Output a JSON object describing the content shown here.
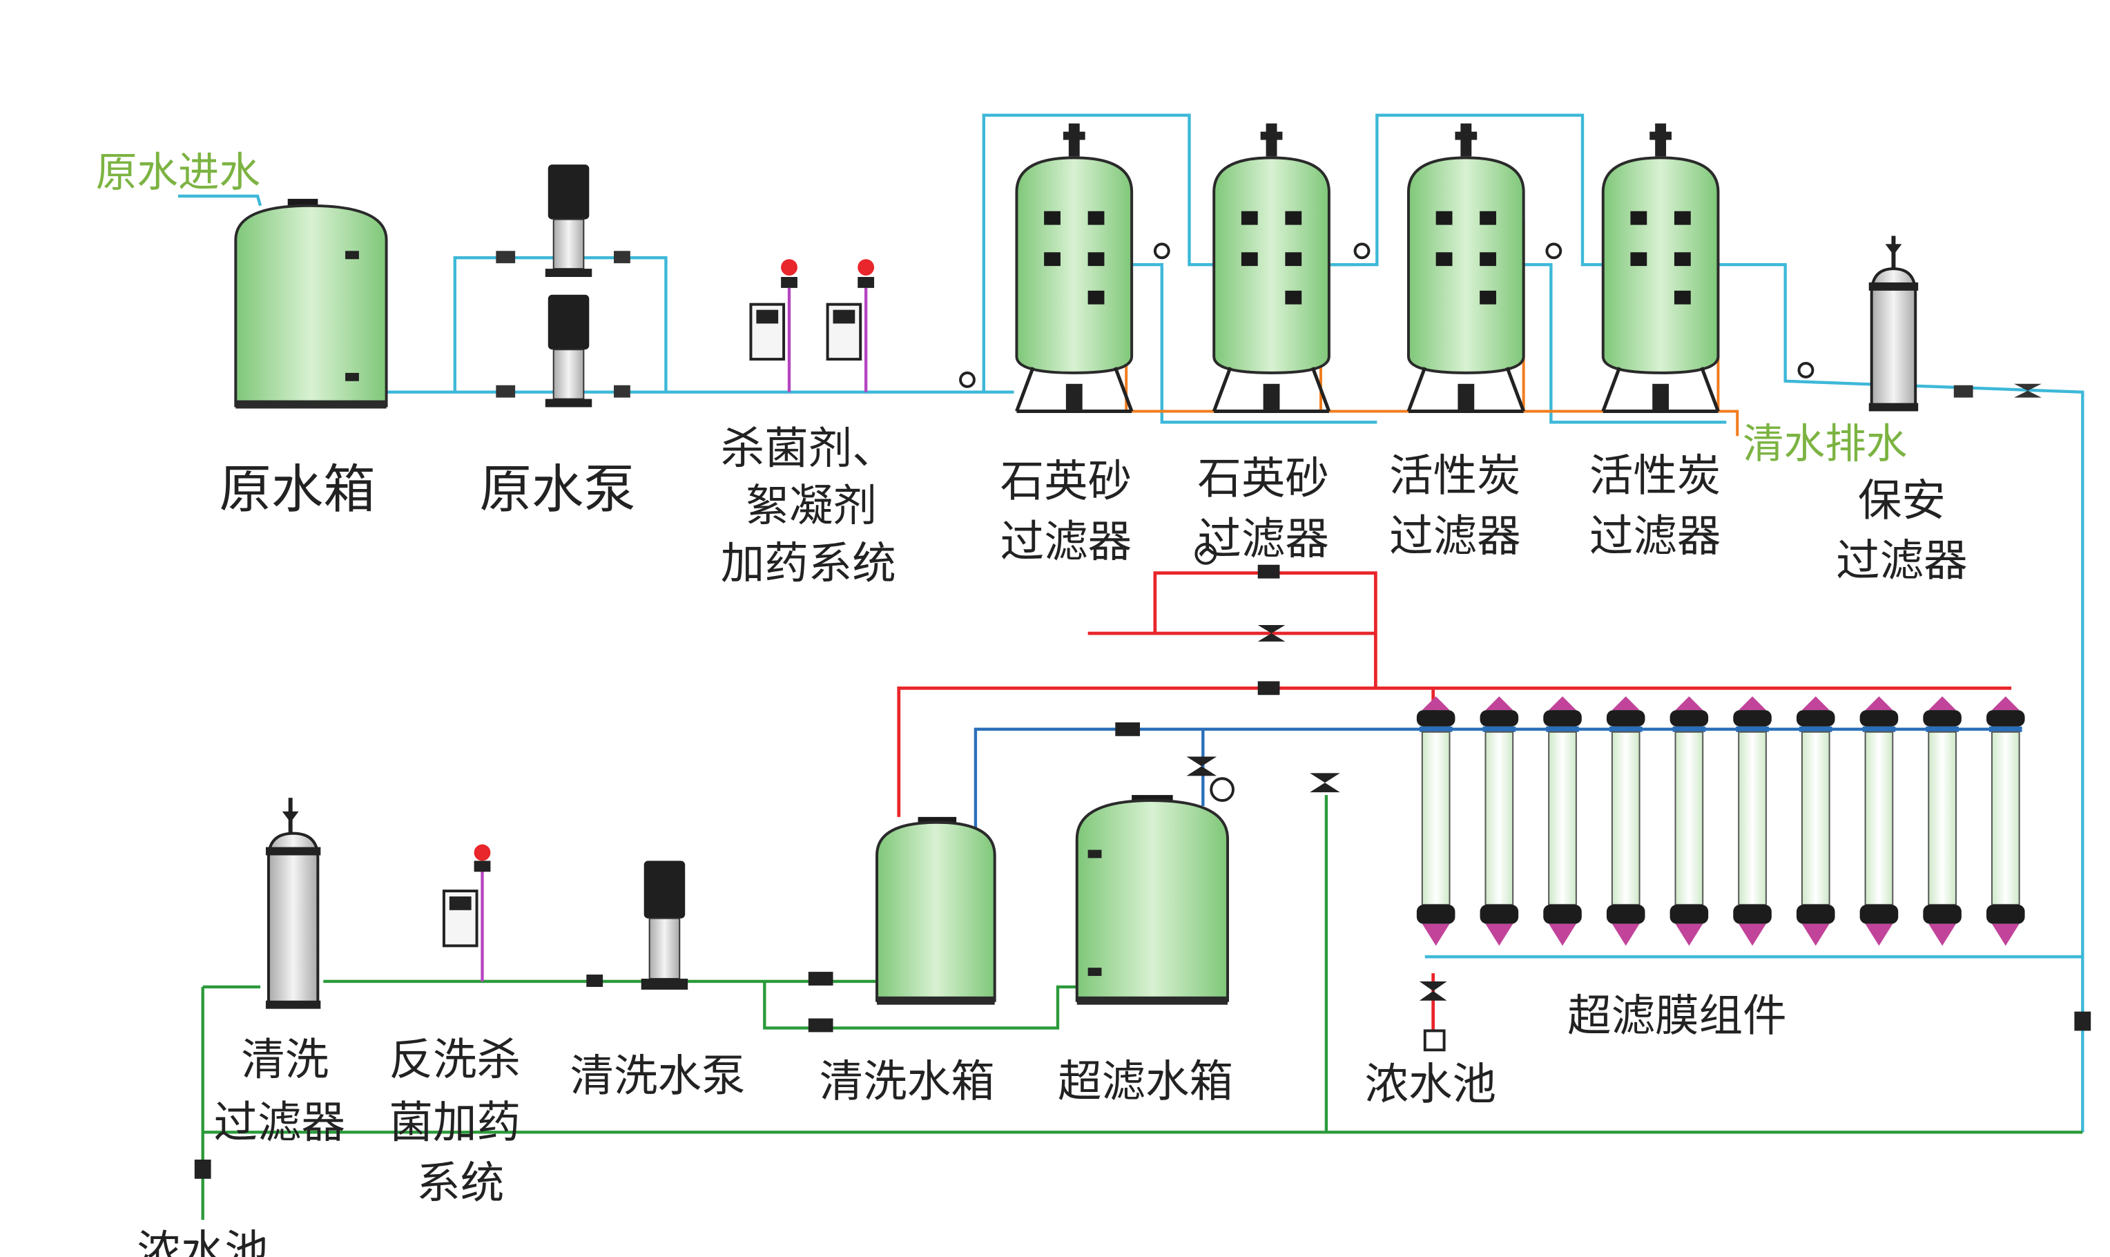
{
  "colors": {
    "raw_pipe": "#3db8d8",
    "hot_pipe": "#e8262b",
    "cold_pipe": "#2a6fba",
    "clean_pipe": "#2b9a3a",
    "drain_pipe": "#f07d1e",
    "dosing_pipe": "#b545c0",
    "tank_fill": "#a8dca0",
    "inlet_text": "#7cb342",
    "label_text": "#222222"
  },
  "labels": {
    "raw_inlet": "原水进水",
    "raw_tank": "原水箱",
    "raw_pump": "原水泵",
    "dosing_1": "杀菌剂、",
    "dosing_2": "絮凝剂",
    "dosing_3": "加药系统",
    "quartz_1_a": "石英砂",
    "quartz_1_b": "过滤器",
    "quartz_2_a": "石英砂",
    "quartz_2_b": "过滤器",
    "carbon_1_a": "活性炭",
    "carbon_1_b": "过滤器",
    "carbon_2_a": "活性炭",
    "carbon_2_b": "过滤器",
    "clear_drain": "清水排水",
    "security_a": "保安",
    "security_b": "过滤器",
    "uf_module": "超滤膜组件",
    "conc_pool_mid": "浓水池",
    "clean_filter_a": "清洗",
    "clean_filter_b": "过滤器",
    "backwash_a": "反洗杀",
    "backwash_b": "菌加药",
    "backwash_c": "系统",
    "clean_pump": "清洗水泵",
    "clean_tank": "清洗水箱",
    "uf_tank": "超滤水箱",
    "conc_pool_left": "浓水池"
  }
}
